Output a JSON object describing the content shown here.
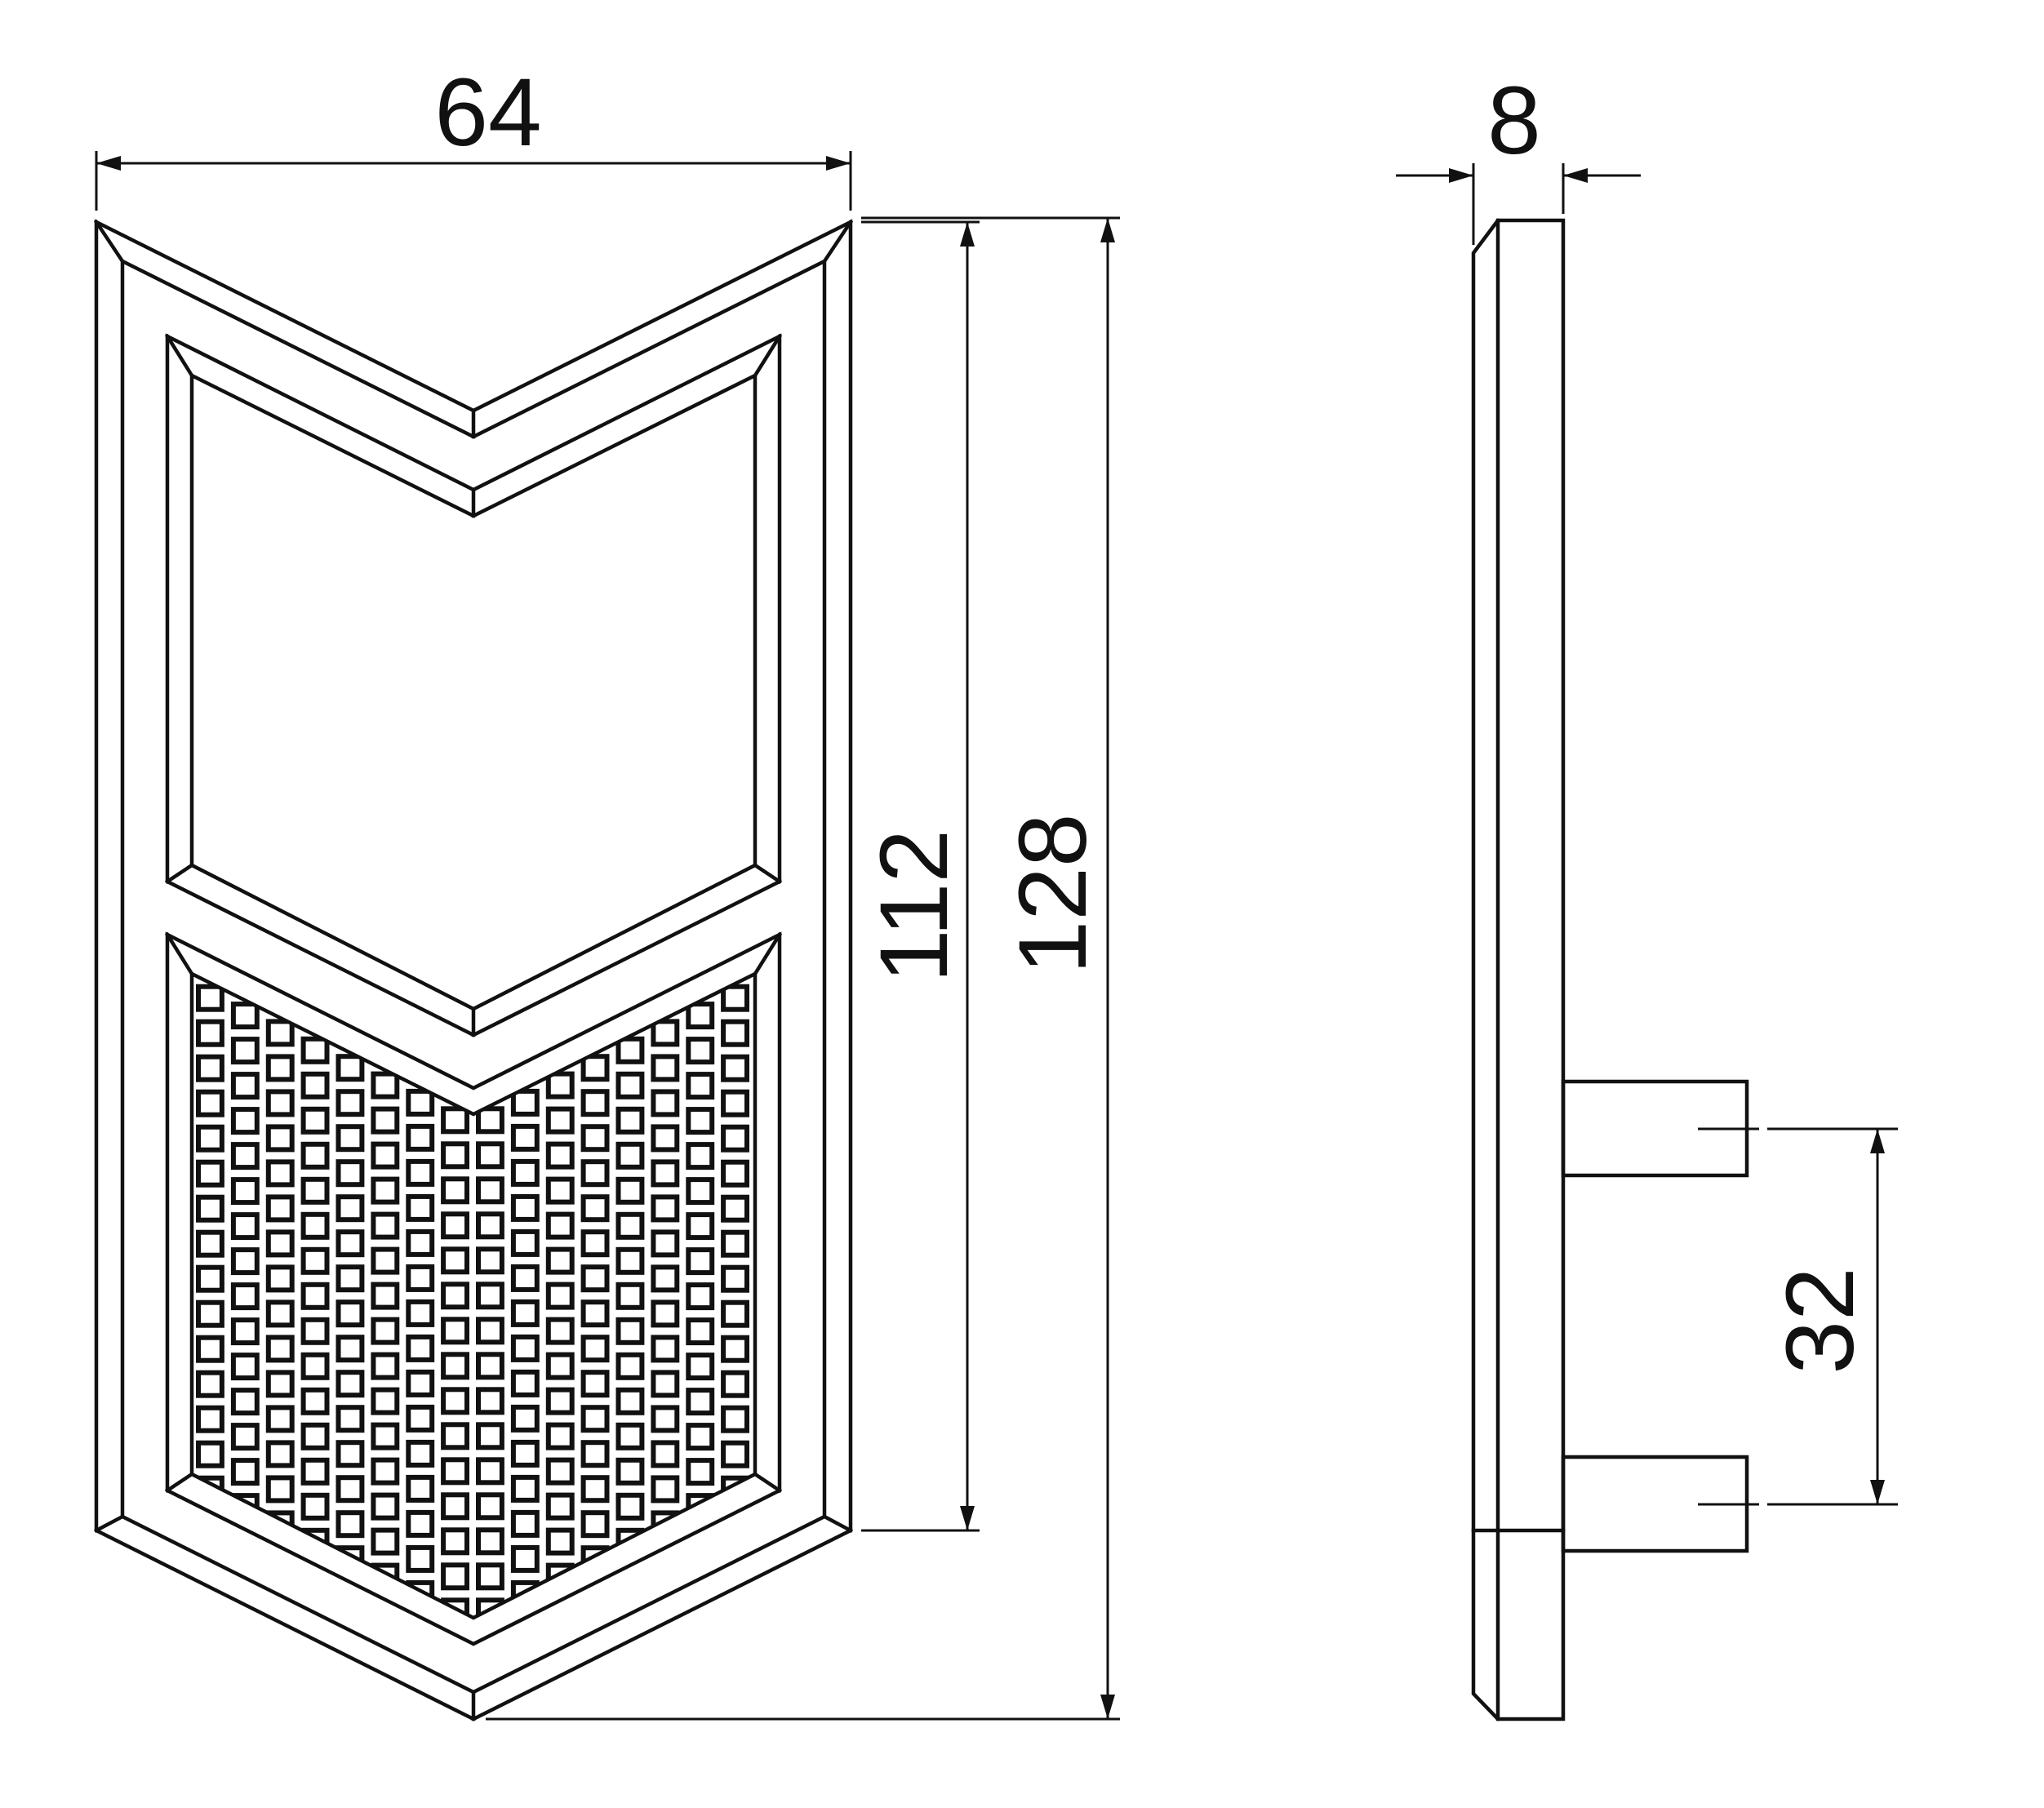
{
  "dimensions": {
    "front_width": "64",
    "inner_height": "112",
    "overall_height": "128",
    "side_thickness": "8",
    "peg_spacing": "32"
  },
  "colors": {
    "line": "#111111",
    "background": "#ffffff"
  }
}
